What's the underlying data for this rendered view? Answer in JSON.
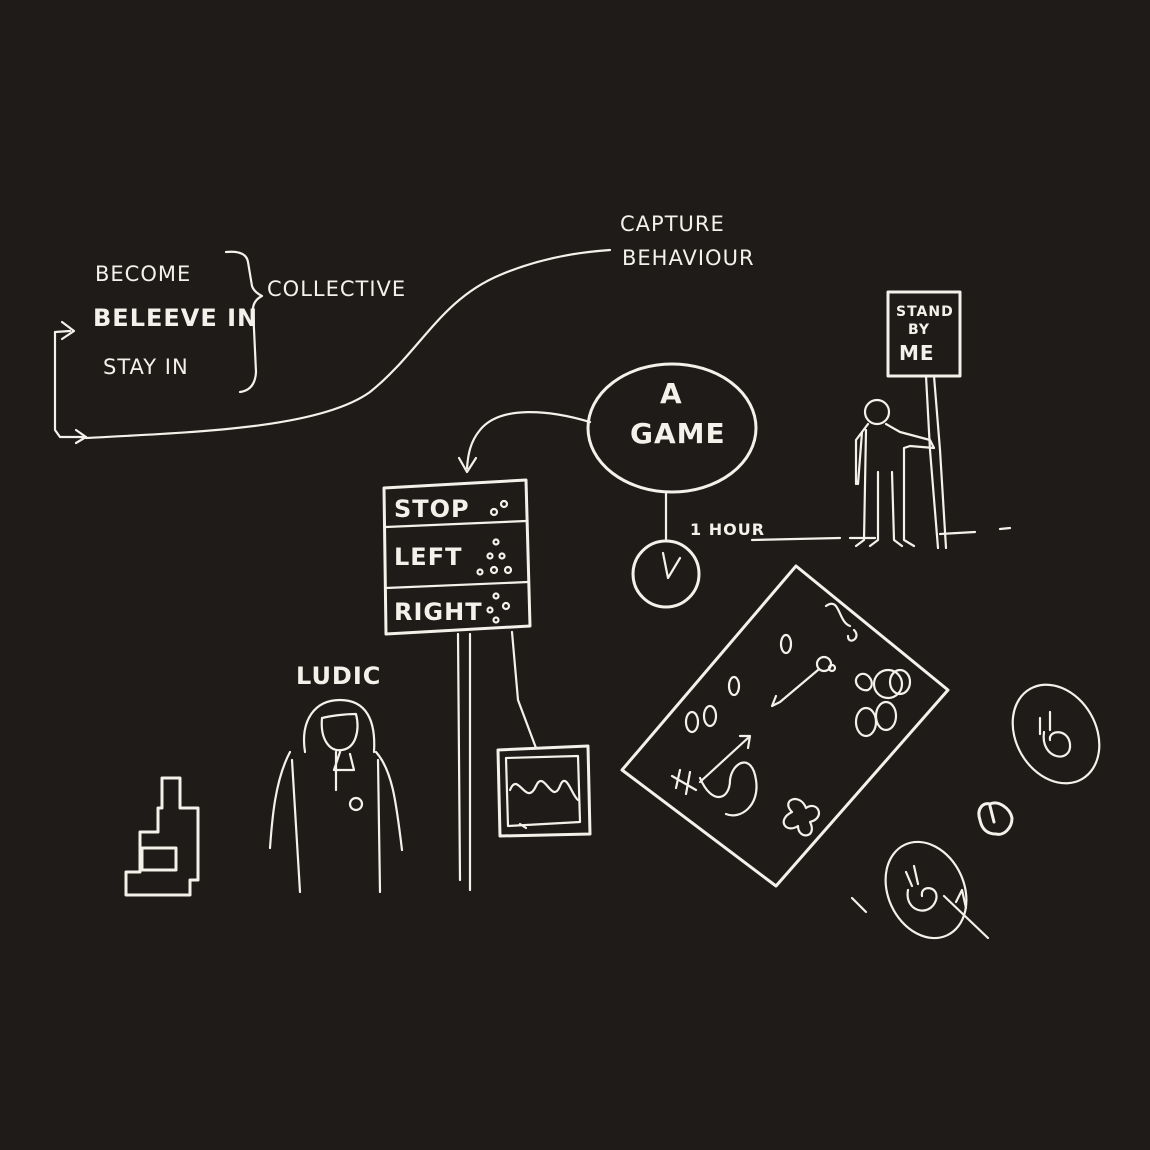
{
  "colors": {
    "background": "#1e1b19",
    "chalk": "#f4f1ea"
  },
  "verbs": {
    "become": "BECOME",
    "believe_in": "BELEEVE IN",
    "stay_in": "STAY IN"
  },
  "collective": "COLLECTIVE",
  "capture": {
    "line1": "CAPTURE",
    "line2": "BEHAVIOUR"
  },
  "game": {
    "line1": "A",
    "line2": "GAME"
  },
  "duration": "1 HOUR",
  "sign": {
    "line1": "STAND",
    "line2": "BY",
    "line3": "ME"
  },
  "scoreboard": {
    "row1": "STOP",
    "row2": "LEFT",
    "row3": "RIGHT"
  },
  "person_label": "LUDIC",
  "icons": [
    "clock-icon",
    "arrow-icon",
    "person-figure",
    "tetris-blocks"
  ]
}
